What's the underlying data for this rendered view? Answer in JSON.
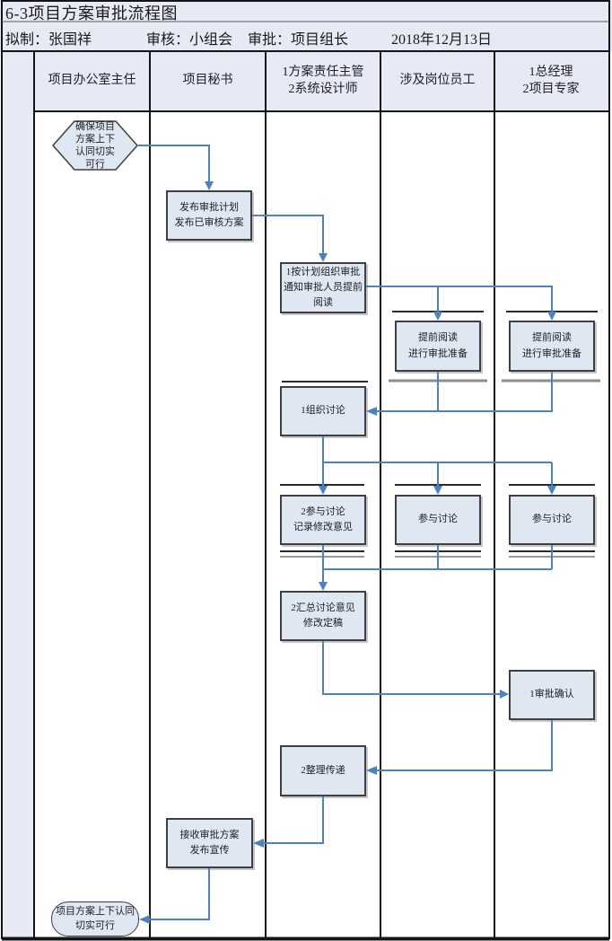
{
  "title": "6-3项目方案审批流程图",
  "meta": {
    "drafter": "拟制：张国祥",
    "reviewer": "审核：小组会",
    "approver": "审批：项目组长",
    "date": "2018年12月13日"
  },
  "lanes": [
    "项目办公室主任",
    "项目秘书",
    "1方案责任主管\n2系统设计师",
    "涉及岗位员工",
    "1总经理\n2项目专家"
  ],
  "nodes": {
    "start": "确保项目\n方案上下\n认同切实\n可行",
    "publish_plan": "发布审批计划\n发布已审核方案",
    "organize_approval": "1按计划组织审批\n通知审批人员提前\n阅读",
    "pre_read_staff": "提前阅读\n进行审批准备",
    "pre_read_manager": "提前阅读\n进行审批准备",
    "organize_discussion": "1组织讨论",
    "join_discussion_lead": "2参与讨论\n记录修改意见",
    "join_discussion_staff": "参与讨论",
    "join_discussion_manager": "参与讨论",
    "summarize": "2汇总讨论意见\n修改定稿",
    "approve_confirm": "1审批确认",
    "organize_deliver": "2整理传递",
    "receive_publish": "接收审批方案\n发布宣传",
    "end": "项目方案上下认同\n切实可行"
  },
  "colors": {
    "band_bg": "#e6eaf5",
    "node_fill": "#dfe7f3",
    "node_border": "#3f3f3f",
    "connector": "#4f81bd",
    "grid": "#141414"
  }
}
